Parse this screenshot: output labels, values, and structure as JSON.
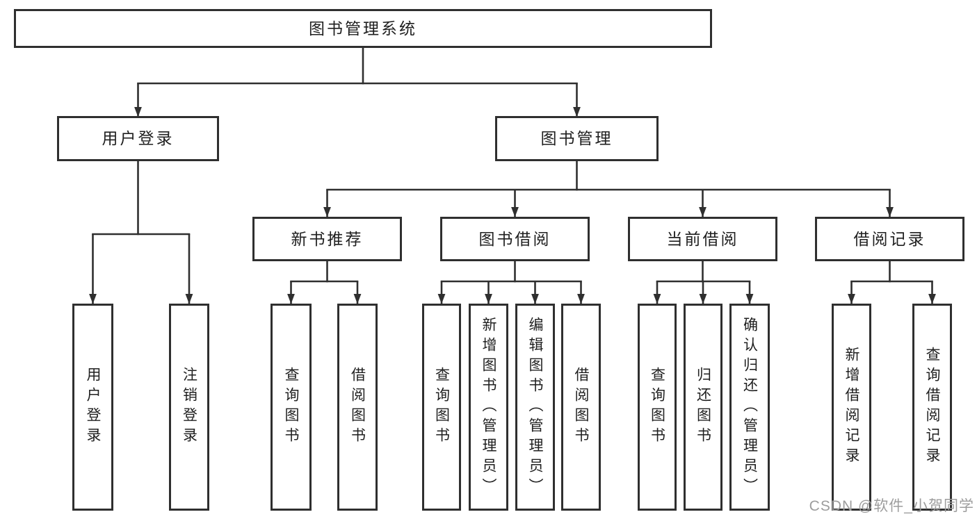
{
  "tree": {
    "label": "图书管理系统",
    "children": [
      {
        "label": "用户登录",
        "children": [
          {
            "label": "用户登录"
          },
          {
            "label": "注销登录"
          }
        ]
      },
      {
        "label": "图书管理",
        "children": [
          {
            "label": "新书推荐",
            "children": [
              {
                "label": "查询图书"
              },
              {
                "label": "借阅图书"
              }
            ]
          },
          {
            "label": "图书借阅",
            "children": [
              {
                "label": "查询图书"
              },
              {
                "label": "新增图书（管理员）"
              },
              {
                "label": "编辑图书（管理员）"
              },
              {
                "label": "借阅图书"
              }
            ]
          },
          {
            "label": "当前借阅",
            "children": [
              {
                "label": "查询图书"
              },
              {
                "label": "归还图书"
              },
              {
                "label": "确认归还（管理员）"
              }
            ]
          },
          {
            "label": "借阅记录",
            "children": [
              {
                "label": "新增借阅记录"
              },
              {
                "label": "查询借阅记录"
              }
            ]
          }
        ]
      }
    ]
  },
  "watermark": {
    "text": "CSDN @软件_小贺同学"
  },
  "colors": {
    "line_color": "#2f2f2f",
    "text_color": "#1f1f1f",
    "watermark_color": "#9d9d9d",
    "box_bg": "#ffffff"
  }
}
